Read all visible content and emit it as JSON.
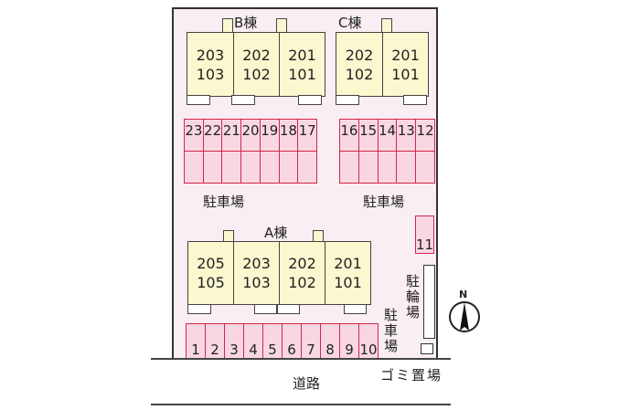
{
  "buildings": {
    "B": {
      "label": "B棟",
      "units": [
        [
          "203",
          "103"
        ],
        [
          "202",
          "102"
        ],
        [
          "201",
          "101"
        ]
      ]
    },
    "C": {
      "label": "C棟",
      "units": [
        [
          "202",
          "102"
        ],
        [
          "201",
          "101"
        ]
      ]
    },
    "A": {
      "label": "A棟",
      "units": [
        [
          "205",
          "105"
        ],
        [
          "203",
          "103"
        ],
        [
          "202",
          "102"
        ],
        [
          "201",
          "101"
        ]
      ]
    }
  },
  "parking": {
    "b_row": [
      "23",
      "22",
      "21",
      "20",
      "19",
      "18",
      "17"
    ],
    "c_row": [
      "16",
      "15",
      "14",
      "13",
      "12"
    ],
    "front_row": [
      "1",
      "2",
      "3",
      "4",
      "5",
      "6",
      "7",
      "8",
      "9",
      "10"
    ],
    "single": "11",
    "label": "駐車場"
  },
  "labels": {
    "bicycle": "駐輪場",
    "garbage": "ゴミ置場",
    "road": "道路",
    "north": "N"
  },
  "colors": {
    "lot": "#f8eef3",
    "building": "#fbf7cf",
    "parking": "#f9d7e2",
    "parking_border": "#d0264a"
  }
}
